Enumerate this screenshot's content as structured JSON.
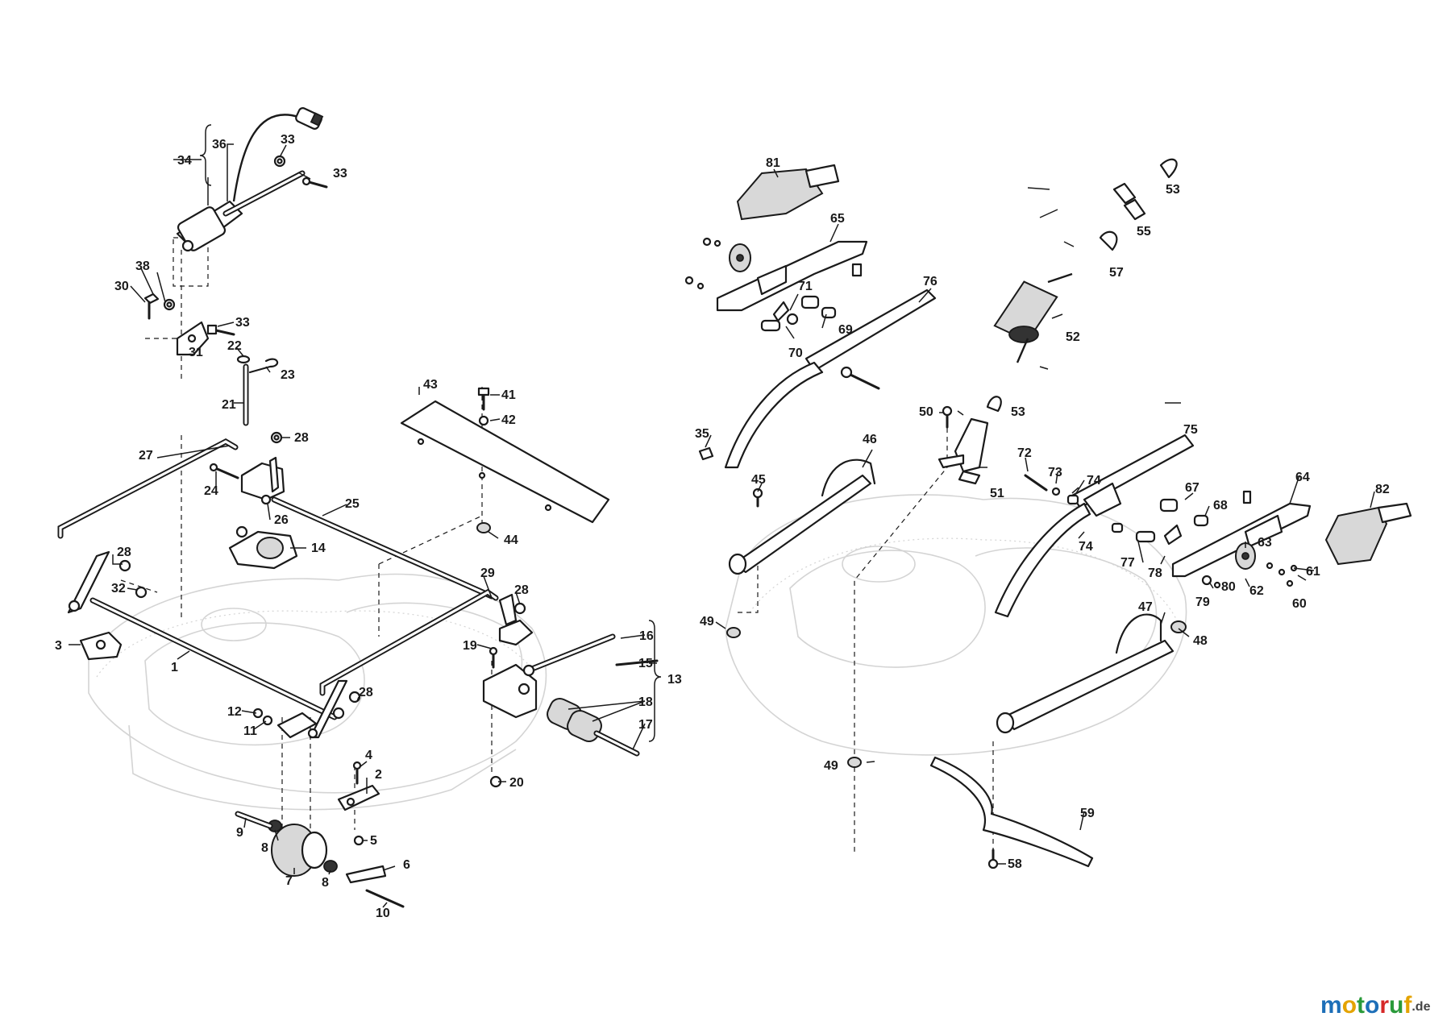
{
  "watermark": {
    "brand": "motoruf",
    "tld": ".de",
    "colors": [
      "#1d6fb8",
      "#e4a300",
      "#2a9a3a",
      "#1d6fb8",
      "#d62828",
      "#2a9a3a",
      "#e4a300"
    ]
  },
  "callouts": [
    {
      "id": "c1",
      "text": "1"
    },
    {
      "id": "c2",
      "text": "2"
    },
    {
      "id": "c3",
      "text": "3"
    },
    {
      "id": "c4",
      "text": "4"
    },
    {
      "id": "c5",
      "text": "5"
    },
    {
      "id": "c6",
      "text": "6"
    },
    {
      "id": "c7",
      "text": "7"
    },
    {
      "id": "c8a",
      "text": "8"
    },
    {
      "id": "c8b",
      "text": "8"
    },
    {
      "id": "c9",
      "text": "9"
    },
    {
      "id": "c10",
      "text": "10"
    },
    {
      "id": "c11",
      "text": "11"
    },
    {
      "id": "c12",
      "text": "12"
    },
    {
      "id": "c13",
      "text": "13"
    },
    {
      "id": "c14",
      "text": "14"
    },
    {
      "id": "c15",
      "text": "15"
    },
    {
      "id": "c16",
      "text": "16"
    },
    {
      "id": "c17",
      "text": "17"
    },
    {
      "id": "c18",
      "text": "18"
    },
    {
      "id": "c19",
      "text": "19"
    },
    {
      "id": "c20",
      "text": "20"
    },
    {
      "id": "c21",
      "text": "21"
    },
    {
      "id": "c22",
      "text": "22"
    },
    {
      "id": "c23",
      "text": "23"
    },
    {
      "id": "c24",
      "text": "24"
    },
    {
      "id": "c25",
      "text": "25"
    },
    {
      "id": "c26",
      "text": "26"
    },
    {
      "id": "c27",
      "text": "27"
    },
    {
      "id": "c28a",
      "text": "28"
    },
    {
      "id": "c28b",
      "text": "28"
    },
    {
      "id": "c28c",
      "text": "28"
    },
    {
      "id": "c28d",
      "text": "28"
    },
    {
      "id": "c29",
      "text": "29"
    },
    {
      "id": "c30",
      "text": "30"
    },
    {
      "id": "c31",
      "text": "31"
    },
    {
      "id": "c32",
      "text": "32"
    },
    {
      "id": "c33a",
      "text": "33"
    },
    {
      "id": "c33b",
      "text": "33"
    },
    {
      "id": "c33c",
      "text": "33"
    },
    {
      "id": "c34",
      "text": "34"
    },
    {
      "id": "c35",
      "text": "35"
    },
    {
      "id": "c36",
      "text": "36"
    },
    {
      "id": "c38",
      "text": "38"
    },
    {
      "id": "c41",
      "text": "41"
    },
    {
      "id": "c42",
      "text": "42"
    },
    {
      "id": "c43",
      "text": "43"
    },
    {
      "id": "c44",
      "text": "44"
    },
    {
      "id": "c45",
      "text": "45"
    },
    {
      "id": "c46",
      "text": "46"
    },
    {
      "id": "c47",
      "text": "47"
    },
    {
      "id": "c48",
      "text": "48"
    },
    {
      "id": "c49a",
      "text": "49"
    },
    {
      "id": "c49b",
      "text": "49"
    },
    {
      "id": "c50",
      "text": "50"
    },
    {
      "id": "c51",
      "text": "51"
    },
    {
      "id": "c52",
      "text": "52"
    },
    {
      "id": "c53a",
      "text": "53"
    },
    {
      "id": "c53b",
      "text": "53"
    },
    {
      "id": "c55",
      "text": "55"
    },
    {
      "id": "c57",
      "text": "57"
    },
    {
      "id": "c58",
      "text": "58"
    },
    {
      "id": "c59",
      "text": "59"
    },
    {
      "id": "c60",
      "text": "60"
    },
    {
      "id": "c61",
      "text": "61"
    },
    {
      "id": "c62",
      "text": "62"
    },
    {
      "id": "c63",
      "text": "63"
    },
    {
      "id": "c64",
      "text": "64"
    },
    {
      "id": "c65",
      "text": "65"
    },
    {
      "id": "c67",
      "text": "67"
    },
    {
      "id": "c68",
      "text": "68"
    },
    {
      "id": "c69",
      "text": "69"
    },
    {
      "id": "c70",
      "text": "70"
    },
    {
      "id": "c71",
      "text": "71"
    },
    {
      "id": "c72",
      "text": "72"
    },
    {
      "id": "c73",
      "text": "73"
    },
    {
      "id": "c74a",
      "text": "74"
    },
    {
      "id": "c74b",
      "text": "74"
    },
    {
      "id": "c75",
      "text": "75"
    },
    {
      "id": "c76",
      "text": "76"
    },
    {
      "id": "c77",
      "text": "77"
    },
    {
      "id": "c78",
      "text": "78"
    },
    {
      "id": "c79",
      "text": "79"
    },
    {
      "id": "c80",
      "text": "80"
    },
    {
      "id": "c81",
      "text": "81"
    },
    {
      "id": "c82",
      "text": "82"
    }
  ]
}
